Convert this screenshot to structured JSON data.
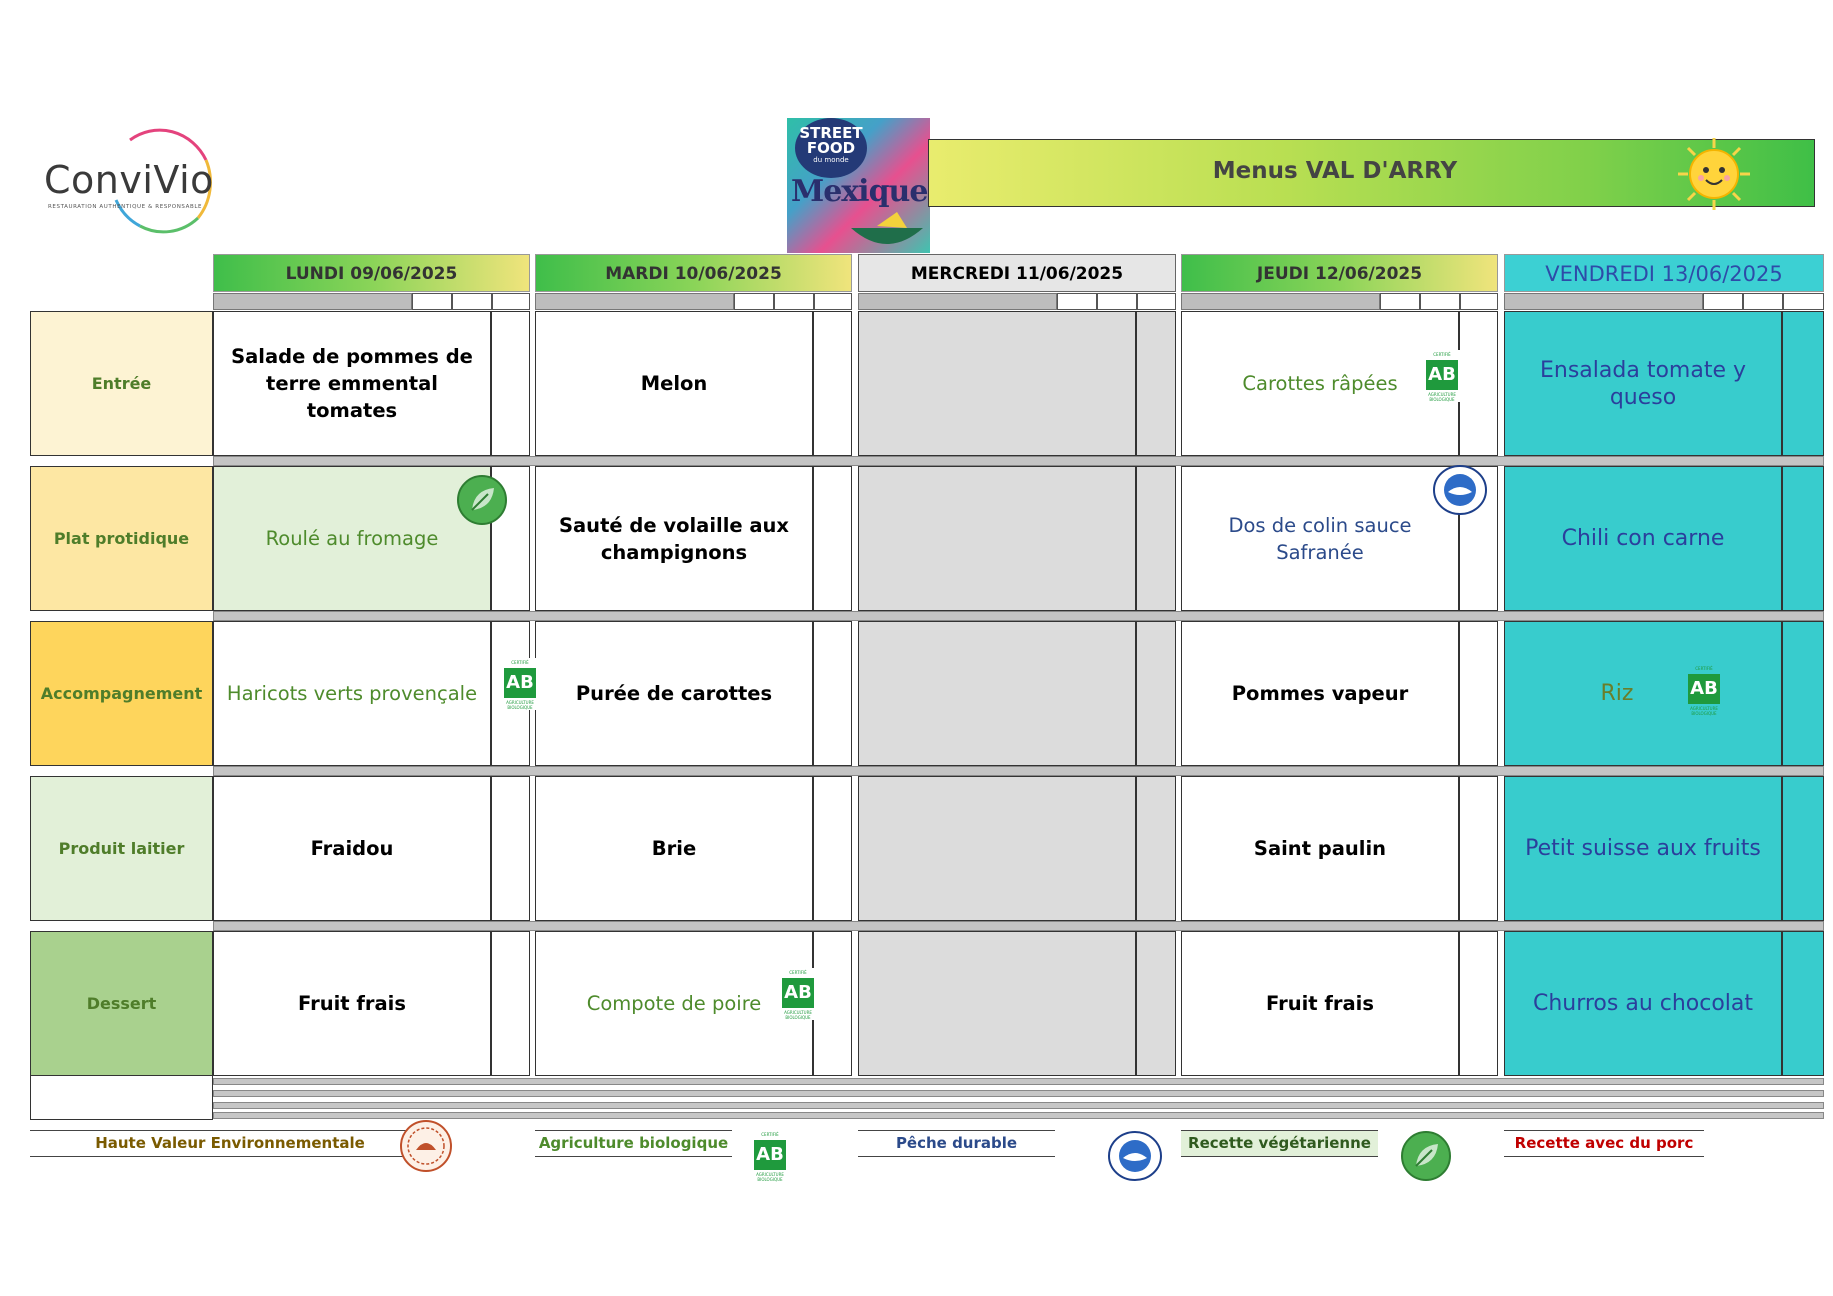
{
  "brand": {
    "logo_text": "ConviVio",
    "logo_tagline": "RESTAURATION AUTHENTIQUE & RESPONSABLE"
  },
  "poster": {
    "line1": "STREET",
    "line2": "FOOD",
    "line3": "du monde",
    "country": "Mexique"
  },
  "title": "Menus VAL D'ARRY",
  "days": [
    {
      "label": "LUNDI  09/06/2025"
    },
    {
      "label": "MARDI 10/06/2025"
    },
    {
      "label": "MERCREDI 11/06/2025"
    },
    {
      "label": "JEUDI 12/06/2025"
    },
    {
      "label": "VENDREDI 13/06/2025"
    }
  ],
  "categories": [
    {
      "label": "Entrée",
      "bg": "#fdf3d3"
    },
    {
      "label": "Plat protidique",
      "bg": "#fde7a3"
    },
    {
      "label": "Accompagnement",
      "bg": "#fed55c"
    },
    {
      "label": "Produit laitier",
      "bg": "#e2f0d8"
    },
    {
      "label": "Dessert",
      "bg": "#a9d18e"
    }
  ],
  "menu": {
    "lundi": [
      "Salade de pommes de terre emmental tomates",
      "Roulé au fromage",
      "Haricots verts provençale",
      "Fraidou",
      "Fruit frais"
    ],
    "mardi": [
      "Melon",
      "Sauté de volaille aux champignons",
      "Purée de carottes",
      "Brie",
      "Compote de poire"
    ],
    "mercredi": [
      "",
      "",
      "",
      "",
      ""
    ],
    "jeudi": [
      "Carottes râpées",
      "Dos de colin sauce Safranée",
      "Pommes vapeur",
      "Saint paulin",
      "Fruit frais"
    ],
    "vendredi": [
      "Ensalada tomate y queso",
      "Chili con carne",
      "Riz",
      "Petit suisse aux fruits",
      "Churros au chocolat"
    ]
  },
  "legend": {
    "hve": "Haute Valeur Environnementale",
    "bio": "Agriculture biologique",
    "peche": "Pêche durable",
    "vege": "Recette végétarienne",
    "porc": "Recette avec du porc"
  },
  "labels": {
    "ab": "AB",
    "ab_top": "CERTIFIÉ",
    "ab_bottom": "AGRICULTURE BIOLOGIQUE"
  },
  "colors": {
    "teal": "#38cccd",
    "bio_green": "#1f9a3d",
    "porc_red": "#c00000",
    "hve_brown": "#7a5a00"
  }
}
